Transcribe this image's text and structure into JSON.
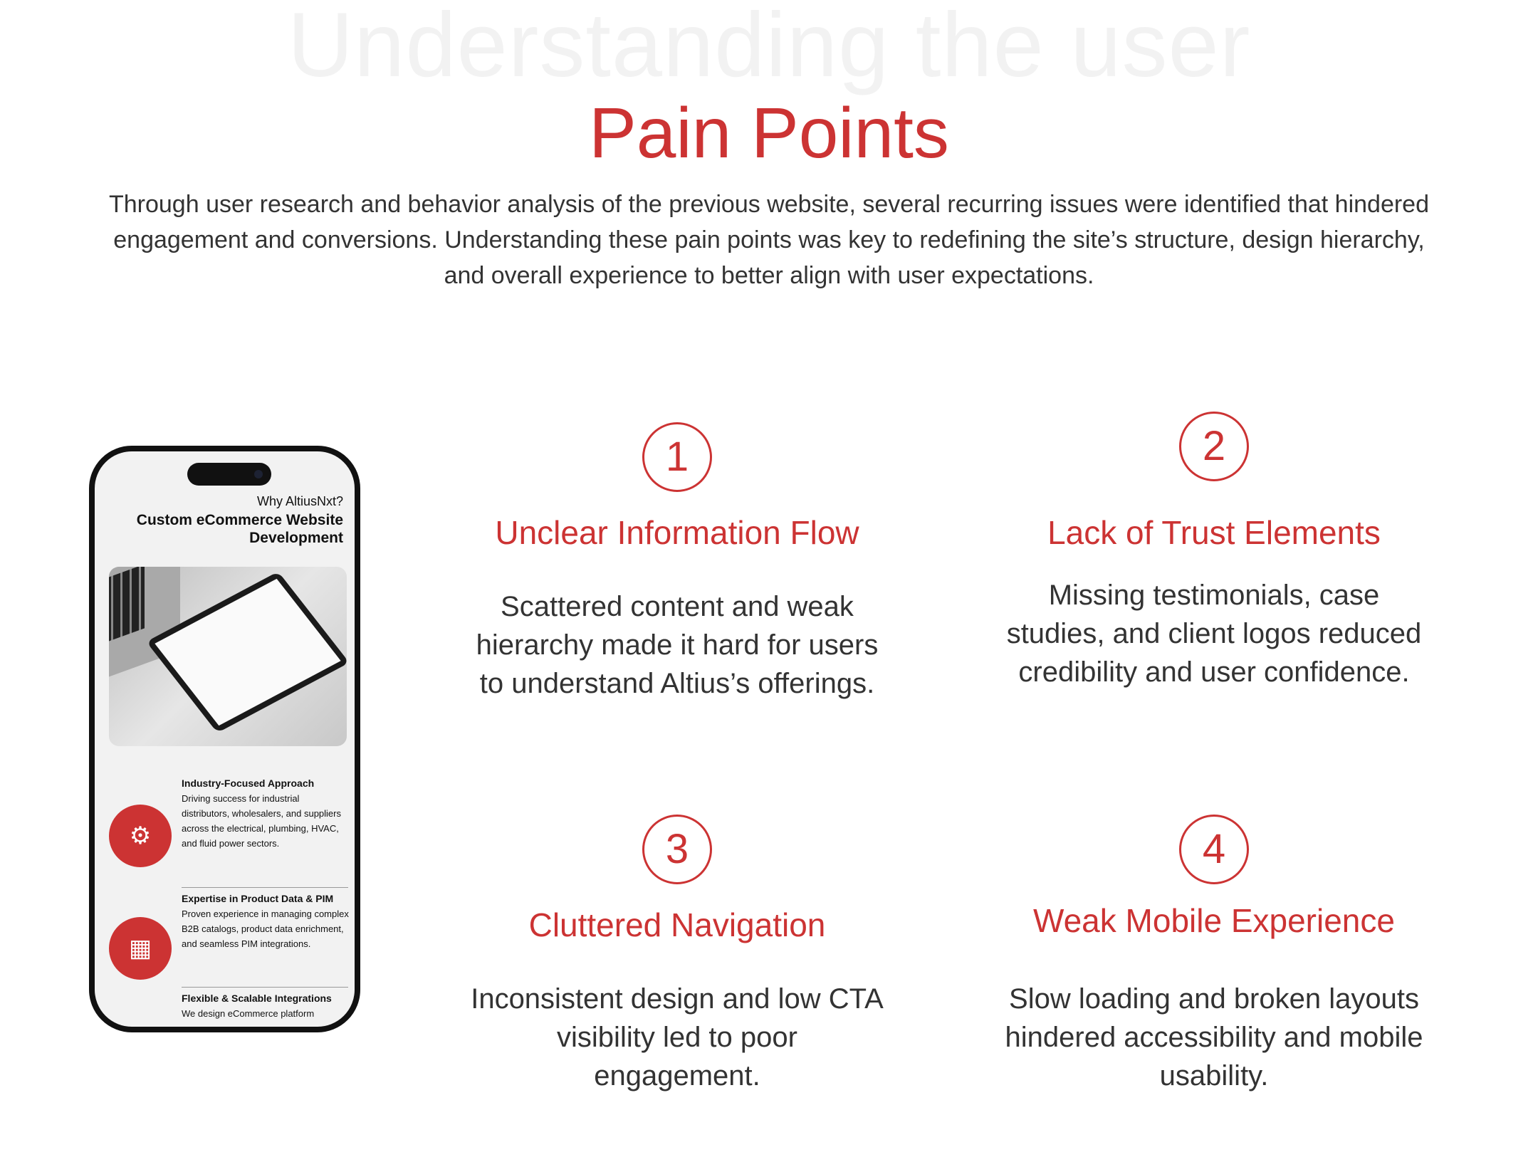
{
  "header": {
    "background_title": "Understanding the user",
    "title": "Pain Points",
    "intro": "Through user research and behavior analysis of the previous website, several recurring issues were identified that hindered engagement and conversions. Understanding these pain points was key to redefining the site’s structure, design hierarchy, and overall experience to better align with user expectations."
  },
  "phone": {
    "eyebrow": "Why AltiusNxt?",
    "title": "Custom eCommerce Website Development",
    "features": [
      {
        "title": "Industry-Focused Approach",
        "text": "Driving success for industrial distributors, wholesalers, and suppliers across the electrical, plumbing, HVAC, and fluid power sectors.",
        "icon": "gear-icon"
      },
      {
        "title": "Expertise in Product Data & PIM",
        "text": "Proven experience in managing complex B2B catalogs, product data enrichment, and seamless PIM integrations.",
        "icon": "monitor-icon"
      },
      {
        "title": "Flexible & Scalable Integrations",
        "text": "We design eCommerce platform",
        "icon": "gear-icon"
      }
    ]
  },
  "pain_points": [
    {
      "number": "1",
      "title": "Unclear Information Flow",
      "text": "Scattered content and weak hierarchy made it hard for users to understand Altius’s offerings."
    },
    {
      "number": "2",
      "title": "Lack of Trust Elements",
      "text": "Missing testimonials, case studies, and client logos reduced credibility and user confidence."
    },
    {
      "number": "3",
      "title": "Cluttered Navigation",
      "text": "Inconsistent design and low CTA visibility led to poor engagement."
    },
    {
      "number": "4",
      "title": "Weak Mobile Experience",
      "text": "Slow loading and broken layouts hindered accessibility and mobile usability."
    }
  ],
  "colors": {
    "accent": "#cc3333",
    "text": "#333333",
    "ghost": "#f2f2f2"
  }
}
